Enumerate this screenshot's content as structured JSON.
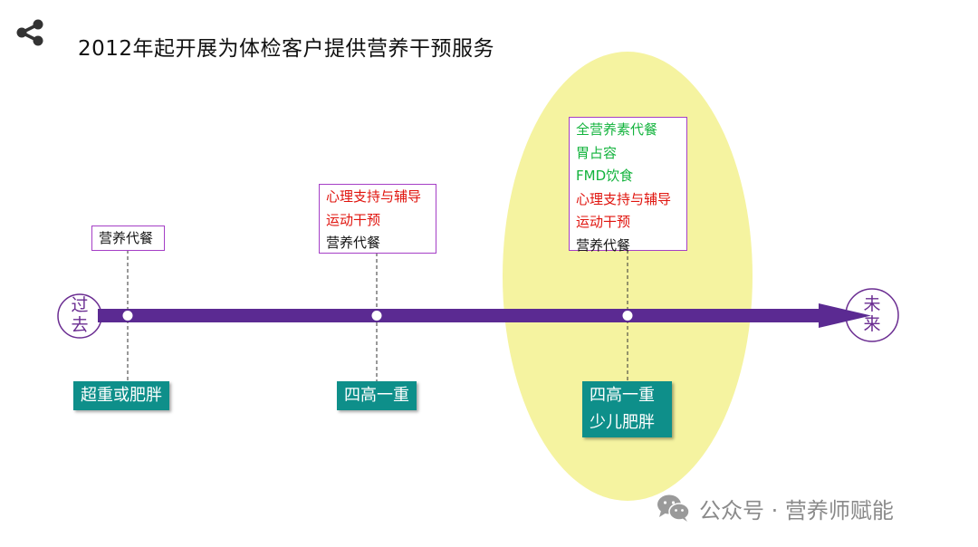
{
  "title": "2012年起开展为体检客户提供营养干预服务",
  "icons": {
    "share": "share-icon",
    "wechat": "wechat-icon"
  },
  "colors": {
    "timeline": "#5b2a92",
    "box_border": "#a53fc6",
    "tag_bg": "#0e8f8a",
    "ellipse": "#f5f3a0",
    "text_red": "#e0140e",
    "text_green": "#12b33c"
  },
  "timeline": {
    "start_label": "过去",
    "end_label": "未来"
  },
  "stages": [
    {
      "services": [
        {
          "text": "营养代餐",
          "color": "black"
        }
      ],
      "targets": [
        "超重或肥胖"
      ]
    },
    {
      "services": [
        {
          "text": "心理支持与辅导",
          "color": "red"
        },
        {
          "text": "运动干预",
          "color": "red"
        },
        {
          "text": "营养代餐",
          "color": "black"
        }
      ],
      "targets": [
        "四高一重"
      ]
    },
    {
      "services": [
        {
          "text": "全营养素代餐",
          "color": "green"
        },
        {
          "text": "胃占容",
          "color": "green"
        },
        {
          "text": "FMD饮食",
          "color": "green"
        },
        {
          "text": "心理支持与辅导",
          "color": "red"
        },
        {
          "text": "运动干预",
          "color": "red"
        },
        {
          "text": "营养代餐",
          "color": "black"
        }
      ],
      "targets": [
        "四高一重",
        "少儿肥胖"
      ]
    }
  ],
  "watermark": "公众号 · 营养师赋能"
}
